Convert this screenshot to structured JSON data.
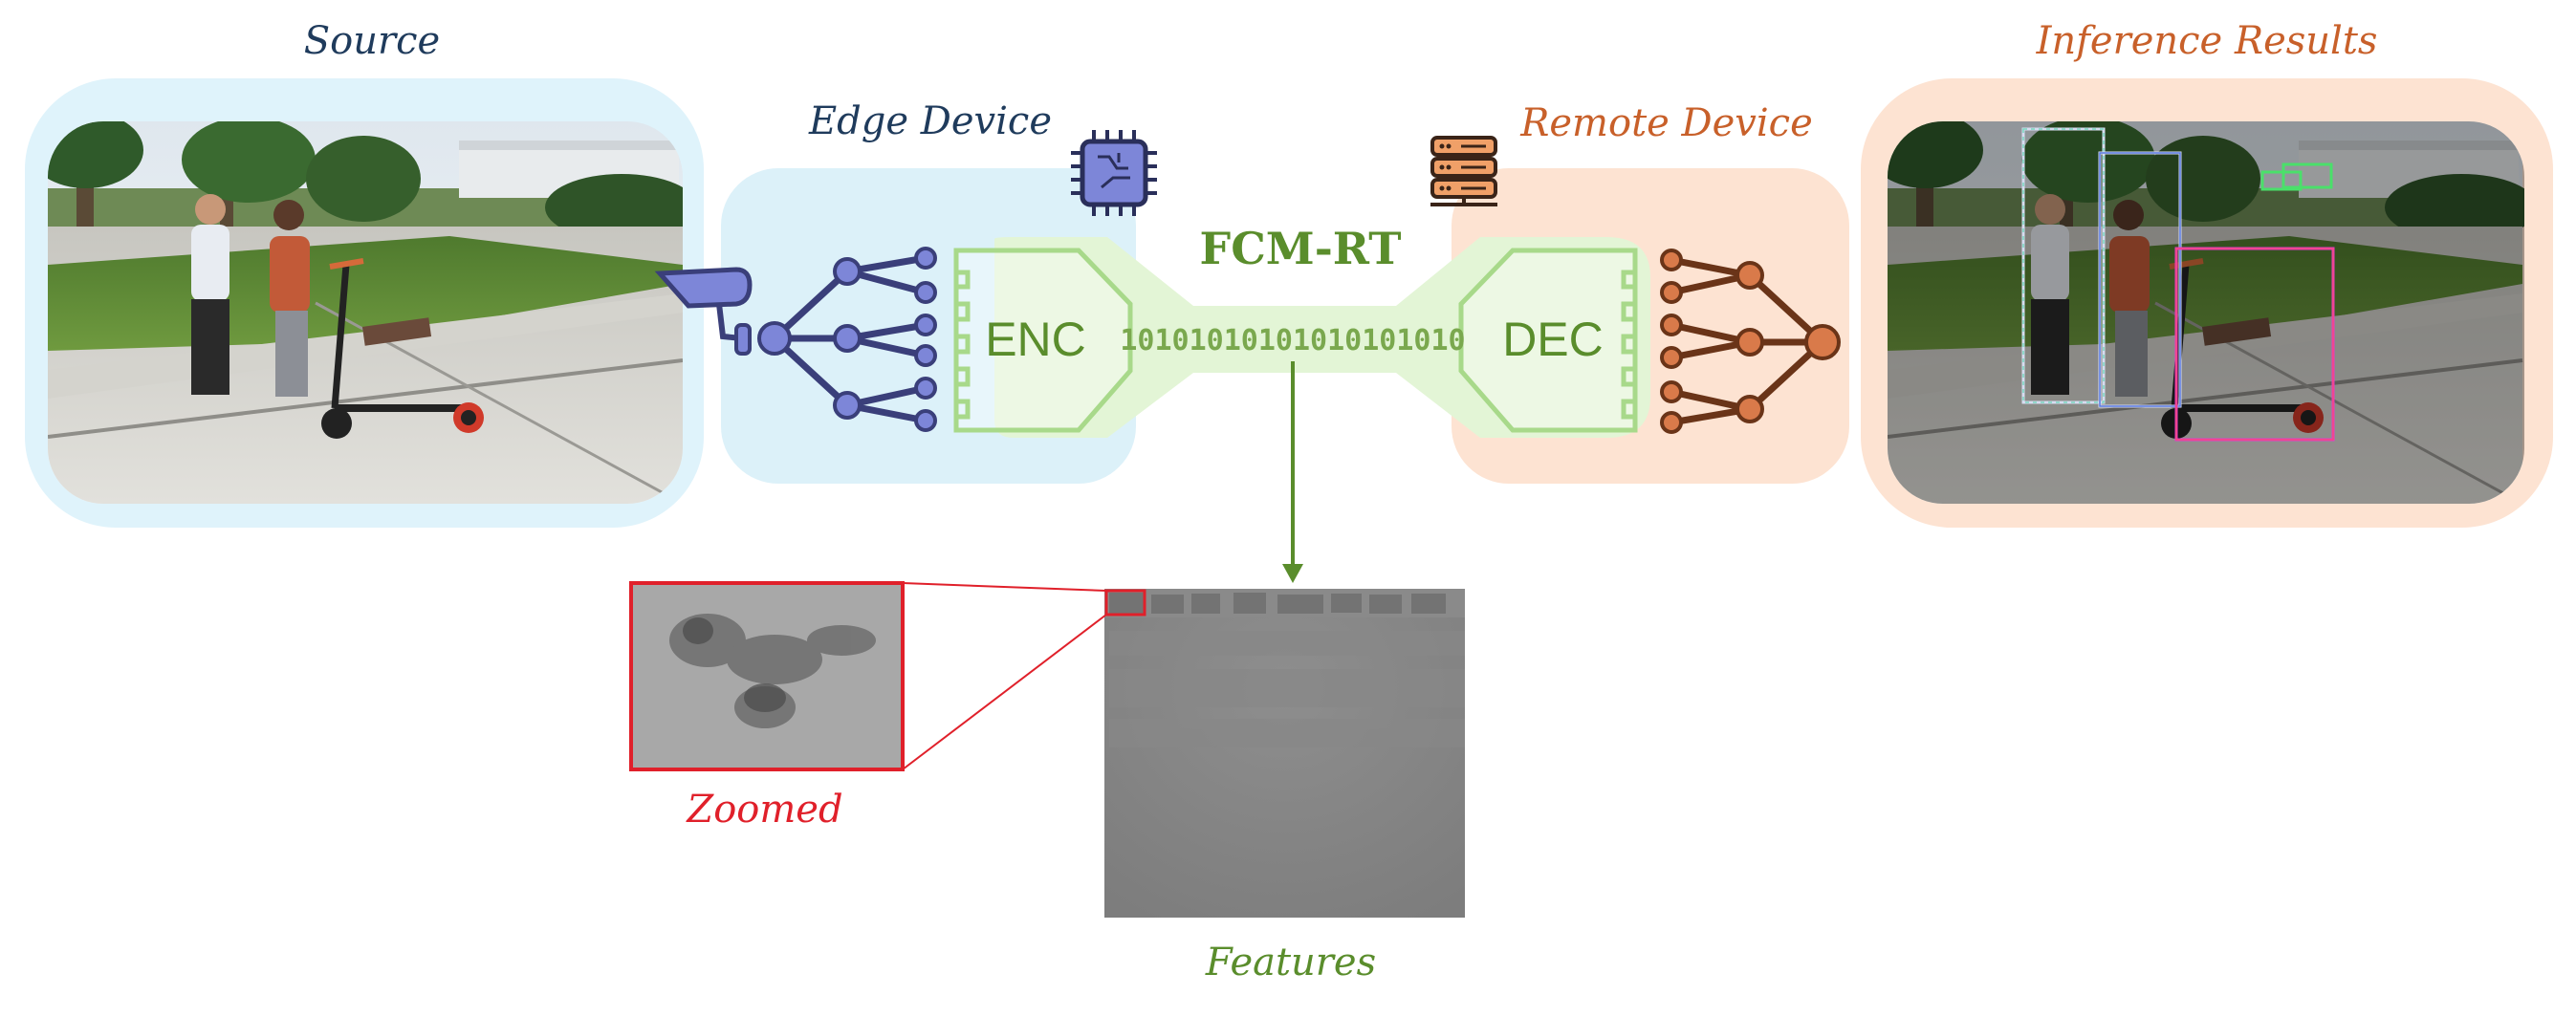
{
  "labels": {
    "source": "Source",
    "edge_device": "Edge Device",
    "remote_device": "Remote Device",
    "inference_results": "Inference Results",
    "codec_name": "FCM-RT",
    "encoder": "ENC",
    "decoder": "DEC",
    "bitstream": "10101010101010101010",
    "zoomed": "Zoomed",
    "features": "Features"
  },
  "colors": {
    "source_label": "#1f3b5c",
    "source_panel": "#dff3fb",
    "edge_panel": "#dcf1f9",
    "edge_label": "#1f3b5c",
    "remote_panel": "#fde3d2",
    "remote_label": "#c8602a",
    "inference_label": "#c8602a",
    "inference_panel": "#fde3d2",
    "codec_band": "#e3f5d6",
    "codec_stroke": "#a8d98a",
    "codec_text": "#5a8d2c",
    "arrow": "#5a8d2c",
    "zoom_border": "#e0202a",
    "zoomed_label": "#e0202a",
    "features_label": "#5a8d2c",
    "encoder_network": "#4a5aa8",
    "decoder_network": "#a8532a",
    "camera": "#7d86d8"
  },
  "icons": {
    "edge_icon": "chip-icon",
    "remote_icon": "server-icon",
    "camera_icon": "camera-icon"
  }
}
